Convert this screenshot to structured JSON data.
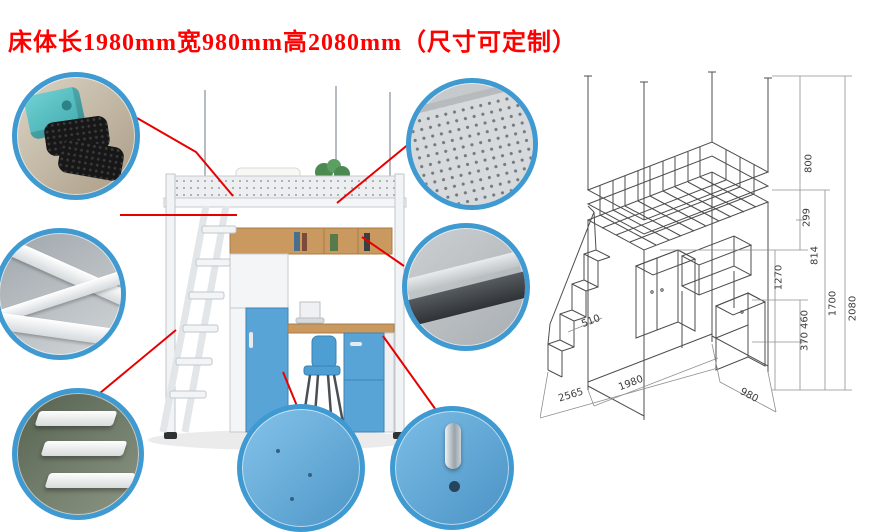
{
  "title": "床体长1980mm宽980mm高2080mm（尺寸可定制）",
  "colors": {
    "accent_red": "#ff0000",
    "circle_border": "#3f9ad2",
    "panel_blue": "#58a4d6",
    "teal_pad": "#4fbcbf",
    "wood": "#c9995f"
  },
  "callouts": [
    "anti-slip-foot-pads",
    "steel-tube-frame-joint",
    "ladder-steps",
    "perforated-bed-panel",
    "steel-support-beam",
    "cabinet-panel",
    "door-handle-and-lock"
  ],
  "drawing": {
    "dimensions": {
      "d800": "800",
      "d299": "299",
      "d814": "814",
      "d1270": "1270",
      "d1700": "1700",
      "d2080": "2080",
      "d460": "460",
      "d370": "370",
      "d510": "510",
      "d2565": "2565",
      "d1980": "1980",
      "d980": "980"
    }
  }
}
